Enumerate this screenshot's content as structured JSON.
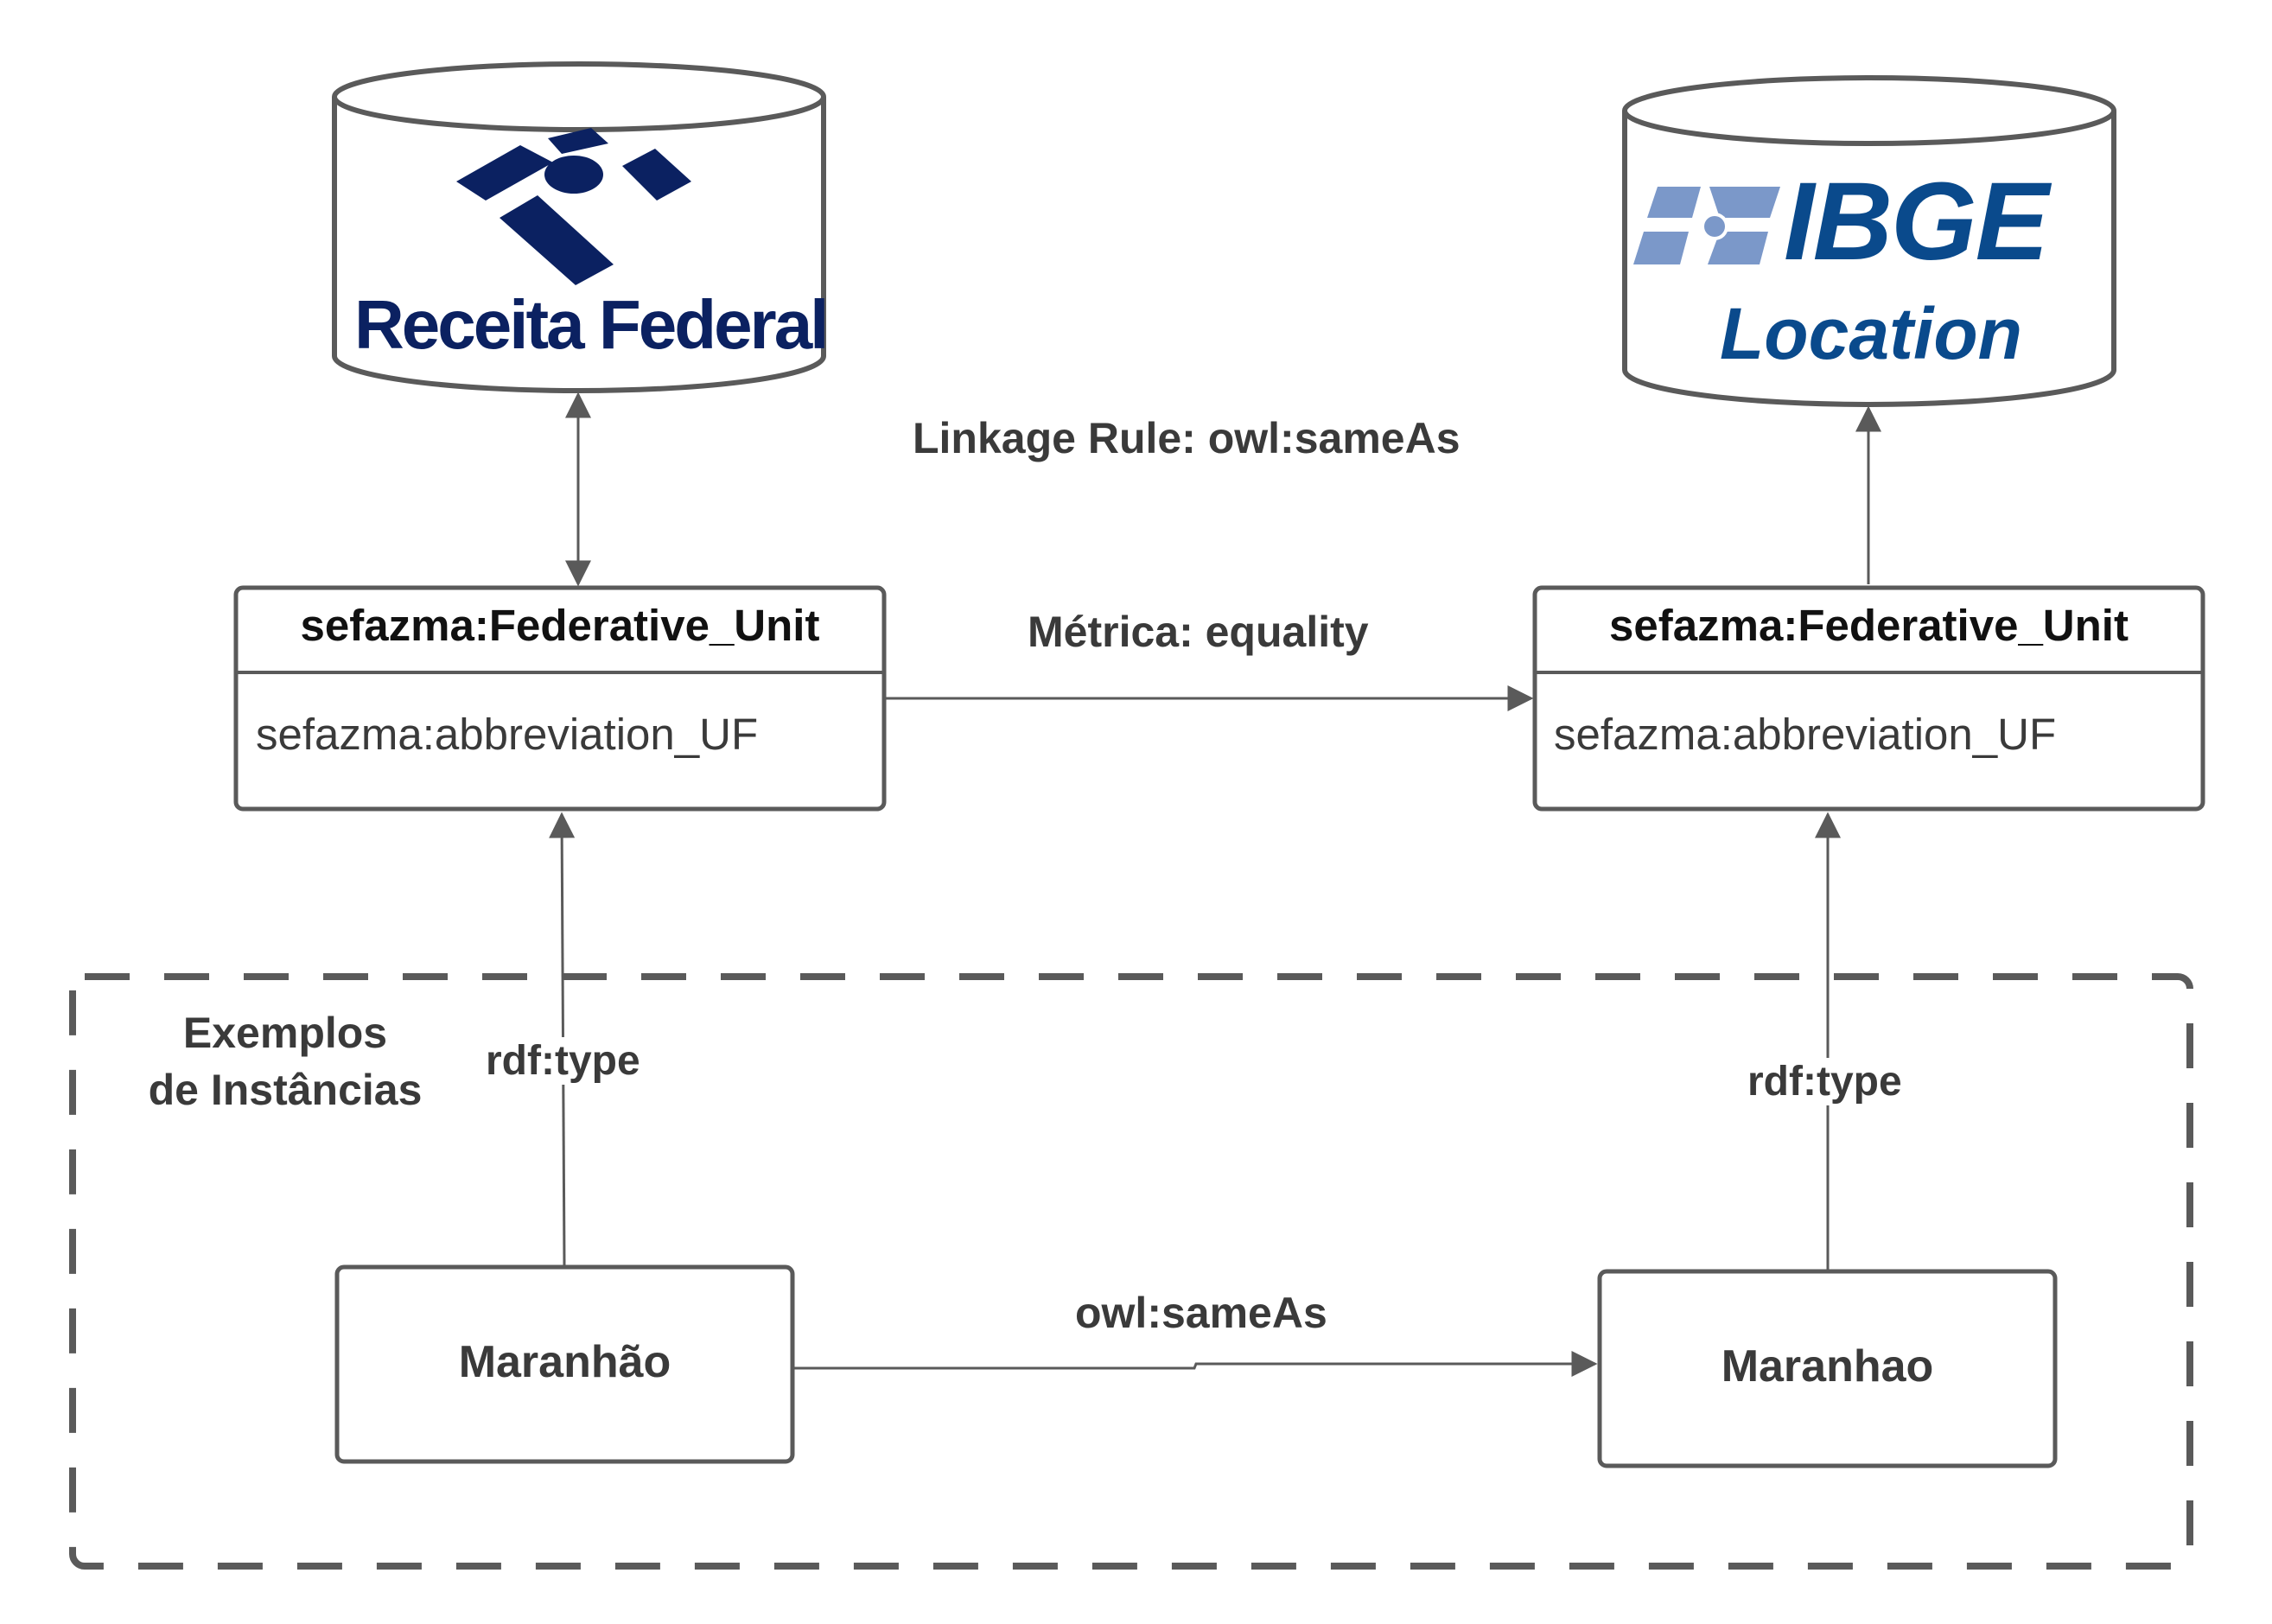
{
  "linkage_rule": "Linkage Rule: owl:sameAs",
  "metric": "Métrica: equality",
  "examples_label_line1": "Exemplos",
  "examples_label_line2": "de Instâncias",
  "left_db": {
    "logo_text": "Receita Federal",
    "color": "#0b2161"
  },
  "right_db": {
    "logo_text": "IBGE",
    "subtitle": "Location",
    "color": "#0a4a8c",
    "icon_color": "#7b98c9"
  },
  "left_class": {
    "title": "sefazma:Federative_Unit",
    "attribute": "sefazma:abbreviation_UF"
  },
  "right_class": {
    "title": "sefazma:Federative_Unit",
    "attribute": "sefazma:abbreviation_UF"
  },
  "left_instance": {
    "label": "Maranhão"
  },
  "right_instance": {
    "label": "Maranhao"
  },
  "left_type_edge": "rdf:type",
  "right_type_edge": "rdf:type",
  "instance_edge": "owl:sameAs",
  "colors": {
    "stroke": "#5a5a5a",
    "text": "#3a3a3a"
  }
}
